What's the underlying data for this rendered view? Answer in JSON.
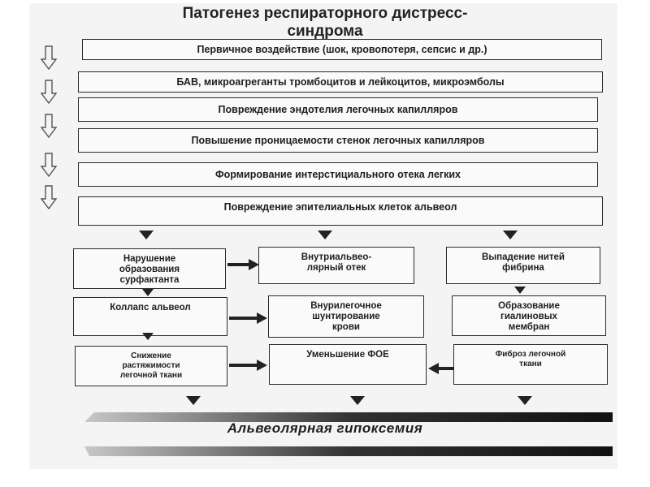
{
  "title": "Патогенез респираторного дистресс-\nсиндрома",
  "chain": [
    "Первичное воздействие (шок, кровопотеря, сепсис и др.)",
    "БАВ, микроагреганты тромбоцитов и лейкоцитов, микроэмболы",
    "Повреждение эндотелия легочных капилляров",
    "Повышение проницаемости стенок легочных капилляров",
    "Формирование интерстициального отека легких",
    "Повреждение эпителиальных клеток альвеол"
  ],
  "grid": {
    "left": [
      "Нарушение\nобразования\nсурфактанта",
      "Коллапс альвеол",
      "Снижение\nрастяжимости\nлегочной ткани"
    ],
    "middle": [
      "Внутриальвео-\nлярный отек",
      "Внурилегочное\nшунтирование\nкрови",
      "Уменьшение ФОЕ"
    ],
    "right": [
      "Выпадение нитей\nфибрина",
      "Образование\nгиалиновых\nмембран",
      "Фиброз легочной\nткани"
    ]
  },
  "outcome": "Альвеолярная гипоксемия",
  "icons": {
    "chain_arrow": "hollow-down-arrow-icon",
    "flow_arrow": "solid-arrow-icon"
  }
}
